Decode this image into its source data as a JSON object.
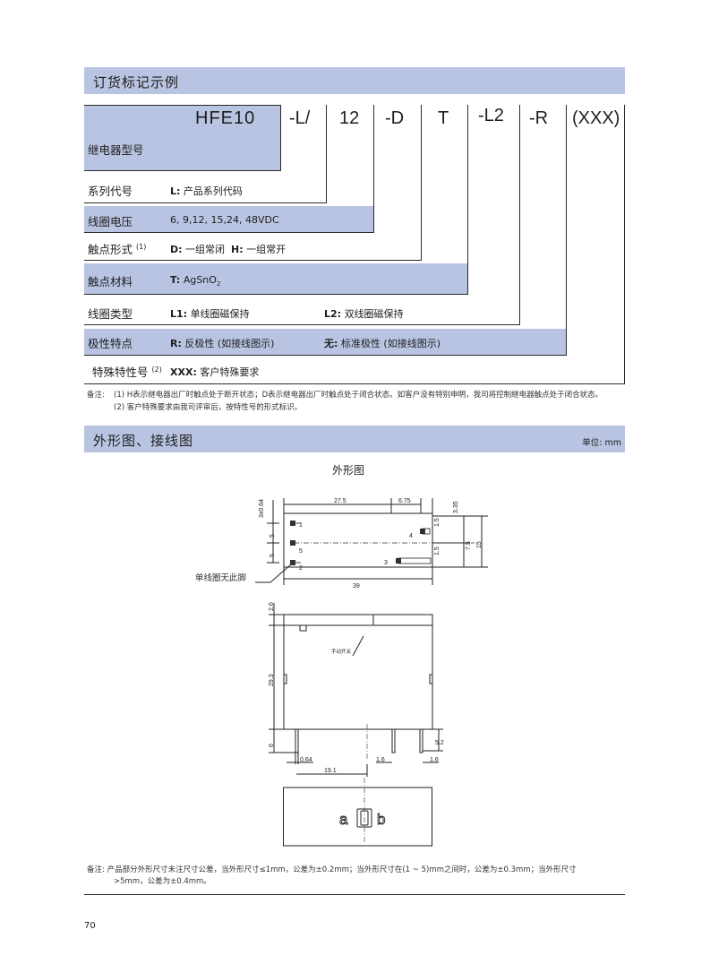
{
  "ordering": {
    "title": "订货标记示例",
    "code_parts": [
      "HFE10",
      "-L/",
      "12",
      "-D",
      "T",
      "-L2",
      "-R",
      "(XXX)"
    ],
    "rows": [
      {
        "label": "继电器型号",
        "values": []
      },
      {
        "label": "系列代号",
        "values": [
          {
            "key": "L:",
            "text": "产品系列代码"
          }
        ]
      },
      {
        "label": "线圈电压",
        "values": [
          {
            "key": "",
            "text": "6, 9,12, 15,24, 48VDC"
          }
        ]
      },
      {
        "label": "触点形式",
        "sup": "(1)",
        "values": [
          {
            "key": "D:",
            "text": "一组常闭"
          },
          {
            "key": "H:",
            "text": "一组常开"
          }
        ]
      },
      {
        "label": "触点材料",
        "values": [
          {
            "key": "T:",
            "text": "AgSnO",
            "sub": "2"
          }
        ]
      },
      {
        "label": "线圈类型",
        "values": [
          {
            "key": "L1:",
            "text": "单线圈磁保持"
          },
          {
            "key": "L2:",
            "text": "双线圈磁保持"
          }
        ]
      },
      {
        "label": "极性特点",
        "values": [
          {
            "key": "R:",
            "text": "反极性 (如接线图示)"
          },
          {
            "key": "无:",
            "text": "标准极性 (如接线图示)"
          }
        ]
      },
      {
        "label": "特殊特性号",
        "sup": "(2)",
        "values": [
          {
            "key": "XXX:",
            "text": "客户特殊要求"
          }
        ]
      }
    ],
    "notes": {
      "prefix": "备注:",
      "items": [
        "(1) H表示继电器出厂时触点处于断开状态；D表示继电器出厂时触点处于闭合状态。如客户没有特别申明，我司将控制继电器触点处于闭合状态。",
        "(2) 客户特殊要求由我司评审后，按特性号的形式标识。"
      ]
    }
  },
  "outline": {
    "title": "外形图、接线图",
    "unit": "单位: mm",
    "subtitle": "外形图",
    "top_view": {
      "dims": [
        "3x0.64",
        "27.5",
        "6.75",
        "3.35",
        "1.5",
        "5",
        "5",
        "7.5",
        "15",
        "1.5",
        "39"
      ],
      "pins": [
        "1",
        "5",
        "2",
        "4",
        "3"
      ],
      "callout": "单线圈无此脚"
    },
    "side_view": {
      "dims": [
        "2.6",
        "29.3",
        "6",
        "0.64",
        "19.1",
        "1.6",
        "1.6",
        "5.2"
      ],
      "callout": "手动开关"
    },
    "front_view": {
      "label_a": "a",
      "label_b": "b"
    },
    "footnote": [
      "备注:  产品部分外形尺寸未注尺寸公差，当外形尺寸≤1mm，公差为±0.2mm；当外形尺寸在(1 ~ 5)mm之间时，公差为±0.3mm；当外形尺寸",
      ">5mm，公差为±0.4mm。"
    ]
  },
  "page_number": "70"
}
